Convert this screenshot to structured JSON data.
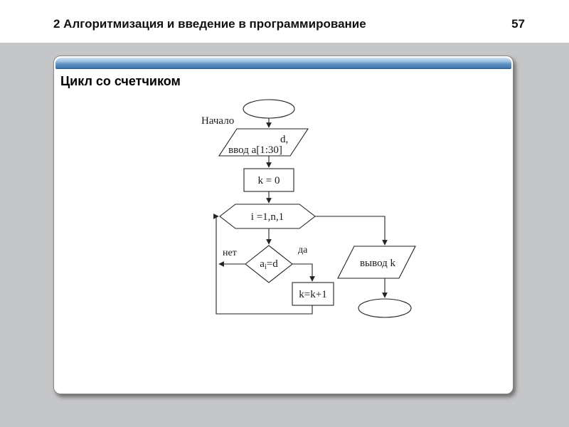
{
  "header": {
    "title": "2 Алгоритмизация и введение в программирование",
    "page": "57"
  },
  "slide": {
    "title": "Цикл со счетчиком"
  },
  "colors": {
    "slide_bar_blue": "#4f81bd",
    "page_background_gray": "#c5c6c8"
  },
  "flowchart": {
    "start_label": "Начало",
    "input_line1": "d,",
    "input_line2": "ввод a[1:30]",
    "init": "k = 0",
    "loop_header": "i =1,n,1",
    "cond_base": "a",
    "cond_sub": "i",
    "cond_rest": "=d",
    "no_label": "нет",
    "yes_label": "да",
    "increment": "k=k+1",
    "output": "вывод k"
  }
}
